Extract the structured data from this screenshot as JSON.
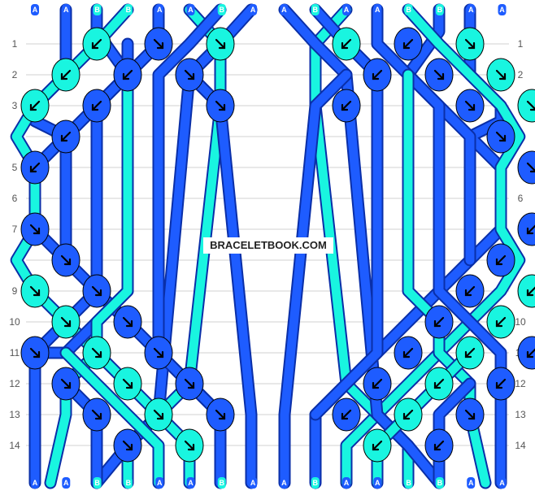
{
  "watermark": "BRACELETBOOK.COM",
  "colors": {
    "A": "#1e5cff",
    "B": "#19f5e0"
  },
  "rows": [
    "1",
    "2",
    "3",
    "4",
    "5",
    "6",
    "7",
    "8",
    "9",
    "10",
    "11",
    "12",
    "13",
    "14"
  ],
  "strand_order_top": [
    "A",
    "A",
    "B",
    "B",
    "A",
    "A",
    "B",
    "A",
    "A",
    "B",
    "A",
    "A",
    "B",
    "B",
    "A",
    "A"
  ],
  "strand_order_bottom": [
    "A",
    "A",
    "B",
    "B",
    "A",
    "A",
    "B",
    "A",
    "A",
    "B",
    "A",
    "A",
    "B",
    "B",
    "A",
    "A"
  ],
  "knots": [
    {
      "row": 1,
      "pos": 1,
      "color": "B",
      "dir": "bl"
    },
    {
      "row": 1,
      "pos": 3,
      "color": "A",
      "dir": "br"
    },
    {
      "row": 1,
      "pos": 5,
      "color": "B",
      "dir": "br"
    },
    {
      "row": 1,
      "pos": 9,
      "color": "B",
      "dir": "bl"
    },
    {
      "row": 1,
      "pos": 11,
      "color": "A",
      "dir": "bl"
    },
    {
      "row": 1,
      "pos": 13,
      "color": "B",
      "dir": "br"
    },
    {
      "row": 2,
      "pos": 0,
      "color": "B",
      "dir": "bl"
    },
    {
      "row": 2,
      "pos": 2,
      "color": "A",
      "dir": "bl"
    },
    {
      "row": 2,
      "pos": 4,
      "color": "A",
      "dir": "br"
    },
    {
      "row": 2,
      "pos": 10,
      "color": "A",
      "dir": "bl"
    },
    {
      "row": 2,
      "pos": 12,
      "color": "A",
      "dir": "br"
    },
    {
      "row": 2,
      "pos": 14,
      "color": "B",
      "dir": "br"
    },
    {
      "row": 3,
      "pos": -1,
      "color": "B",
      "dir": "bl"
    },
    {
      "row": 3,
      "pos": 1,
      "color": "A",
      "dir": "bl"
    },
    {
      "row": 3,
      "pos": 5,
      "color": "A",
      "dir": "br"
    },
    {
      "row": 3,
      "pos": 9,
      "color": "A",
      "dir": "bl"
    },
    {
      "row": 3,
      "pos": 13,
      "color": "A",
      "dir": "br"
    },
    {
      "row": 3,
      "pos": 15,
      "color": "B",
      "dir": "br"
    },
    {
      "row": 4,
      "pos": 0,
      "color": "A",
      "dir": "bl"
    },
    {
      "row": 4,
      "pos": 14,
      "color": "A",
      "dir": "br"
    },
    {
      "row": 5,
      "pos": -1,
      "color": "A",
      "dir": "bl"
    },
    {
      "row": 5,
      "pos": 15,
      "color": "A",
      "dir": "br"
    },
    {
      "row": 7,
      "pos": -1,
      "color": "A",
      "dir": "br"
    },
    {
      "row": 7,
      "pos": 15,
      "color": "A",
      "dir": "bl"
    },
    {
      "row": 8,
      "pos": 0,
      "color": "A",
      "dir": "br"
    },
    {
      "row": 8,
      "pos": 14,
      "color": "A",
      "dir": "bl"
    },
    {
      "row": 9,
      "pos": -1,
      "color": "B",
      "dir": "br"
    },
    {
      "row": 9,
      "pos": 1,
      "color": "A",
      "dir": "br"
    },
    {
      "row": 9,
      "pos": 13,
      "color": "A",
      "dir": "bl"
    },
    {
      "row": 9,
      "pos": 15,
      "color": "B",
      "dir": "bl"
    },
    {
      "row": 10,
      "pos": 0,
      "color": "B",
      "dir": "br"
    },
    {
      "row": 10,
      "pos": 2,
      "color": "A",
      "dir": "br"
    },
    {
      "row": 10,
      "pos": 12,
      "color": "A",
      "dir": "bl"
    },
    {
      "row": 10,
      "pos": 14,
      "color": "B",
      "dir": "bl"
    },
    {
      "row": 11,
      "pos": -1,
      "color": "A",
      "dir": "br"
    },
    {
      "row": 11,
      "pos": 1,
      "color": "B",
      "dir": "br"
    },
    {
      "row": 11,
      "pos": 3,
      "color": "A",
      "dir": "br"
    },
    {
      "row": 11,
      "pos": 11,
      "color": "A",
      "dir": "bl"
    },
    {
      "row": 11,
      "pos": 13,
      "color": "B",
      "dir": "bl"
    },
    {
      "row": 11,
      "pos": 15,
      "color": "A",
      "dir": "bl"
    },
    {
      "row": 12,
      "pos": 0,
      "color": "A",
      "dir": "br"
    },
    {
      "row": 12,
      "pos": 2,
      "color": "B",
      "dir": "br"
    },
    {
      "row": 12,
      "pos": 4,
      "color": "A",
      "dir": "br"
    },
    {
      "row": 12,
      "pos": 10,
      "color": "A",
      "dir": "bl"
    },
    {
      "row": 12,
      "pos": 12,
      "color": "B",
      "dir": "bl"
    },
    {
      "row": 12,
      "pos": 14,
      "color": "A",
      "dir": "bl"
    },
    {
      "row": 13,
      "pos": 1,
      "color": "A",
      "dir": "br"
    },
    {
      "row": 13,
      "pos": 3,
      "color": "B",
      "dir": "br"
    },
    {
      "row": 13,
      "pos": 5,
      "color": "A",
      "dir": "br"
    },
    {
      "row": 13,
      "pos": 9,
      "color": "A",
      "dir": "bl"
    },
    {
      "row": 13,
      "pos": 11,
      "color": "B",
      "dir": "bl"
    },
    {
      "row": 13,
      "pos": 13,
      "color": "A",
      "dir": "br"
    },
    {
      "row": 14,
      "pos": 2,
      "color": "A",
      "dir": "br"
    },
    {
      "row": 14,
      "pos": 4,
      "color": "B",
      "dir": "br"
    },
    {
      "row": 14,
      "pos": 10,
      "color": "B",
      "dir": "bl"
    },
    {
      "row": 14,
      "pos": 12,
      "color": "A",
      "dir": "bl"
    }
  ],
  "threads": [
    {
      "color": "A",
      "path": [
        [
          0,
          0
        ],
        [
          0,
          2
        ],
        [
          -1,
          3
        ],
        [
          -1,
          3.5
        ],
        [
          0,
          4
        ],
        [
          -1,
          5
        ],
        [
          -1,
          5.5
        ],
        [
          -1,
          6
        ],
        [
          -1,
          7
        ],
        [
          0,
          8
        ],
        [
          1,
          9
        ],
        [
          2,
          10
        ],
        [
          3,
          11
        ],
        [
          4,
          12
        ],
        [
          5,
          13
        ],
        [
          5,
          15
        ]
      ]
    },
    {
      "color": "A",
      "path": [
        [
          1,
          0
        ],
        [
          1,
          0.6
        ],
        [
          2,
          2
        ],
        [
          1,
          3
        ],
        [
          0,
          4
        ],
        [
          0,
          8
        ]
      ]
    },
    {
      "color": "B",
      "path": [
        [
          2,
          0
        ],
        [
          1,
          1
        ],
        [
          0,
          2
        ],
        [
          -1,
          3
        ],
        [
          -1.6,
          4
        ],
        [
          -1,
          5
        ],
        [
          -1,
          6
        ],
        [
          -1,
          7
        ],
        [
          -1.6,
          8
        ],
        [
          -1,
          9
        ],
        [
          0,
          10
        ],
        [
          1,
          11
        ],
        [
          2,
          12
        ],
        [
          3,
          13
        ],
        [
          4,
          14
        ],
        [
          4,
          15
        ]
      ]
    },
    {
      "color": "B",
      "path": [
        [
          4,
          0
        ],
        [
          5,
          1
        ],
        [
          5,
          3
        ],
        [
          4,
          12
        ],
        [
          3,
          13
        ],
        [
          2,
          14
        ],
        [
          2,
          15
        ]
      ]
    },
    {
      "color": "A",
      "path": [
        [
          3,
          0
        ],
        [
          3,
          1
        ],
        [
          2,
          2
        ],
        [
          1,
          3
        ],
        [
          1,
          9
        ],
        [
          0,
          10
        ],
        [
          -1,
          11
        ],
        [
          -1,
          15
        ]
      ]
    },
    {
      "color": "A",
      "path": [
        [
          6,
          0
        ],
        [
          5,
          1
        ],
        [
          4,
          2
        ],
        [
          3,
          13
        ],
        [
          2,
          14
        ],
        [
          1,
          15
        ]
      ]
    },
    {
      "color": "A",
      "path": [
        [
          5,
          0
        ],
        [
          4,
          1
        ],
        [
          3,
          2
        ],
        [
          3,
          11
        ],
        [
          4,
          12
        ],
        [
          5,
          13
        ]
      ]
    },
    {
      "color": "A",
      "path": [
        [
          2,
          1
        ],
        [
          2,
          9
        ],
        [
          1,
          10
        ],
        [
          0,
          11
        ],
        [
          -1,
          11
        ]
      ]
    },
    {
      "color": "A",
      "path": [
        [
          4,
          2
        ],
        [
          5,
          3
        ],
        [
          6,
          13
        ],
        [
          6,
          15
        ]
      ]
    },
    {
      "color": "B",
      "path": [
        [
          2,
          2
        ],
        [
          2,
          9
        ],
        [
          1,
          10
        ],
        [
          1,
          11
        ],
        [
          0,
          12
        ],
        [
          0,
          13
        ],
        [
          -0.5,
          15
        ]
      ]
    },
    {
      "color": "A",
      "path": [
        [
          0,
          12
        ],
        [
          1,
          13
        ],
        [
          1,
          14
        ],
        [
          1,
          15
        ]
      ]
    },
    {
      "color": "B",
      "path": [
        [
          0,
          11
        ],
        [
          1,
          12
        ],
        [
          2,
          13
        ],
        [
          3,
          14
        ],
        [
          3,
          15
        ]
      ]
    },
    {
      "color": "A",
      "path": [
        [
          13,
          0
        ],
        [
          13,
          2
        ],
        [
          14,
          3
        ],
        [
          14,
          3.5
        ],
        [
          13,
          4
        ],
        [
          14,
          5
        ],
        [
          14,
          7
        ],
        [
          13,
          8
        ],
        [
          12,
          9
        ],
        [
          11,
          10
        ],
        [
          10,
          11
        ],
        [
          9,
          12
        ],
        [
          8,
          13
        ],
        [
          8,
          15
        ]
      ]
    },
    {
      "color": "A",
      "path": [
        [
          12,
          0
        ],
        [
          12,
          0.6
        ],
        [
          11,
          2
        ],
        [
          12,
          3
        ],
        [
          13,
          4
        ],
        [
          13,
          8
        ]
      ]
    },
    {
      "color": "B",
      "path": [
        [
          11,
          0
        ],
        [
          12,
          1
        ],
        [
          13,
          2
        ],
        [
          14,
          3
        ],
        [
          14.6,
          4
        ],
        [
          14,
          5
        ],
        [
          14,
          7
        ],
        [
          14.6,
          8
        ],
        [
          14,
          9
        ],
        [
          13,
          10
        ],
        [
          12,
          11
        ],
        [
          11,
          12
        ],
        [
          10,
          13
        ],
        [
          9,
          14
        ],
        [
          9,
          15
        ]
      ]
    },
    {
      "color": "B",
      "path": [
        [
          9,
          0
        ],
        [
          8,
          1
        ],
        [
          8,
          3
        ],
        [
          9,
          12
        ],
        [
          10,
          13
        ],
        [
          11,
          14
        ],
        [
          11,
          15
        ]
      ]
    },
    {
      "color": "A",
      "path": [
        [
          10,
          0
        ],
        [
          10,
          1
        ],
        [
          11,
          2
        ],
        [
          12,
          3
        ],
        [
          12,
          9
        ],
        [
          13,
          10
        ],
        [
          14,
          11
        ],
        [
          14,
          15
        ]
      ]
    },
    {
      "color": "A",
      "path": [
        [
          7,
          0
        ],
        [
          8,
          1
        ],
        [
          9,
          2
        ],
        [
          10,
          13
        ],
        [
          11,
          14
        ],
        [
          12,
          15
        ]
      ]
    },
    {
      "color": "A",
      "path": [
        [
          8,
          0
        ],
        [
          9,
          1
        ],
        [
          10,
          2
        ],
        [
          10,
          11
        ],
        [
          9,
          12
        ],
        [
          8,
          13
        ]
      ]
    },
    {
      "color": "A",
      "path": [
        [
          9,
          2
        ],
        [
          8,
          3
        ],
        [
          7,
          13
        ],
        [
          7,
          15
        ]
      ]
    },
    {
      "color": "B",
      "path": [
        [
          11,
          2
        ],
        [
          11,
          9
        ],
        [
          12,
          10
        ],
        [
          12,
          11
        ],
        [
          13,
          12
        ],
        [
          13,
          13
        ],
        [
          13.5,
          15
        ]
      ]
    },
    {
      "color": "A",
      "path": [
        [
          13,
          12
        ],
        [
          12,
          13
        ],
        [
          12,
          14
        ],
        [
          12,
          15
        ]
      ]
    },
    {
      "color": "B",
      "path": [
        [
          13,
          11
        ],
        [
          12,
          12
        ],
        [
          11,
          13
        ],
        [
          10,
          14
        ],
        [
          10,
          15
        ]
      ]
    }
  ]
}
